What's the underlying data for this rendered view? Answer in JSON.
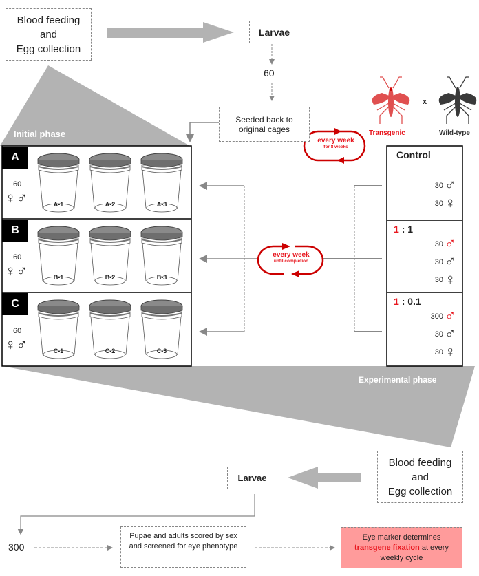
{
  "top": {
    "blood_feeding": [
      "Blood feeding",
      "and",
      "Egg collection"
    ],
    "larvae": "Larvae",
    "count": "60",
    "seeded": "Seeded back to original cages"
  },
  "initial_phase": {
    "title": "Initial phase",
    "rows": [
      {
        "label": "A",
        "count": "60",
        "jars": [
          "A-1",
          "A-2",
          "A-3"
        ]
      },
      {
        "label": "B",
        "count": "60",
        "jars": [
          "B-1",
          "B-2",
          "B-3"
        ]
      },
      {
        "label": "C",
        "count": "60",
        "jars": [
          "C-1",
          "C-2",
          "C-3"
        ]
      }
    ]
  },
  "loop_top": {
    "main": "every week",
    "sub": "for 8 weeks"
  },
  "loop_mid": {
    "main": "every week",
    "sub": "until completion"
  },
  "cross": {
    "transgenic": "Transgenic",
    "x": "x",
    "wild_type": "Wild-type"
  },
  "treatments": [
    {
      "title_red": "",
      "title_black": "Control",
      "entries": [
        {
          "count": "30",
          "sex": "male",
          "transgenic": false
        },
        {
          "count": "30",
          "sex": "female",
          "transgenic": false
        }
      ]
    },
    {
      "title_red": "1",
      "title_black": ": 1",
      "entries": [
        {
          "count": "30",
          "sex": "male",
          "transgenic": true
        },
        {
          "count": "30",
          "sex": "male",
          "transgenic": false
        },
        {
          "count": "30",
          "sex": "female",
          "transgenic": false
        }
      ]
    },
    {
      "title_red": "1",
      "title_black": ": 0.1",
      "entries": [
        {
          "count": "300",
          "sex": "male",
          "transgenic": true
        },
        {
          "count": "30",
          "sex": "male",
          "transgenic": false
        },
        {
          "count": "30",
          "sex": "female",
          "transgenic": false
        }
      ]
    }
  ],
  "experimental_phase": "Experimental phase",
  "bottom": {
    "blood_feeding": [
      "Blood feeding",
      "and",
      "Egg collection"
    ],
    "larvae": "Larvae",
    "count": "300",
    "scored": "Pupae and adults scored by sex and screened for eye phenotype",
    "result_pre": "Eye marker determines",
    "result_red": "transgene fixation",
    "result_post": "at every weekly cycle"
  },
  "colors": {
    "red": "#e8171f",
    "gray": "#b3b3b3",
    "result_fill": "#ff9b9b"
  }
}
